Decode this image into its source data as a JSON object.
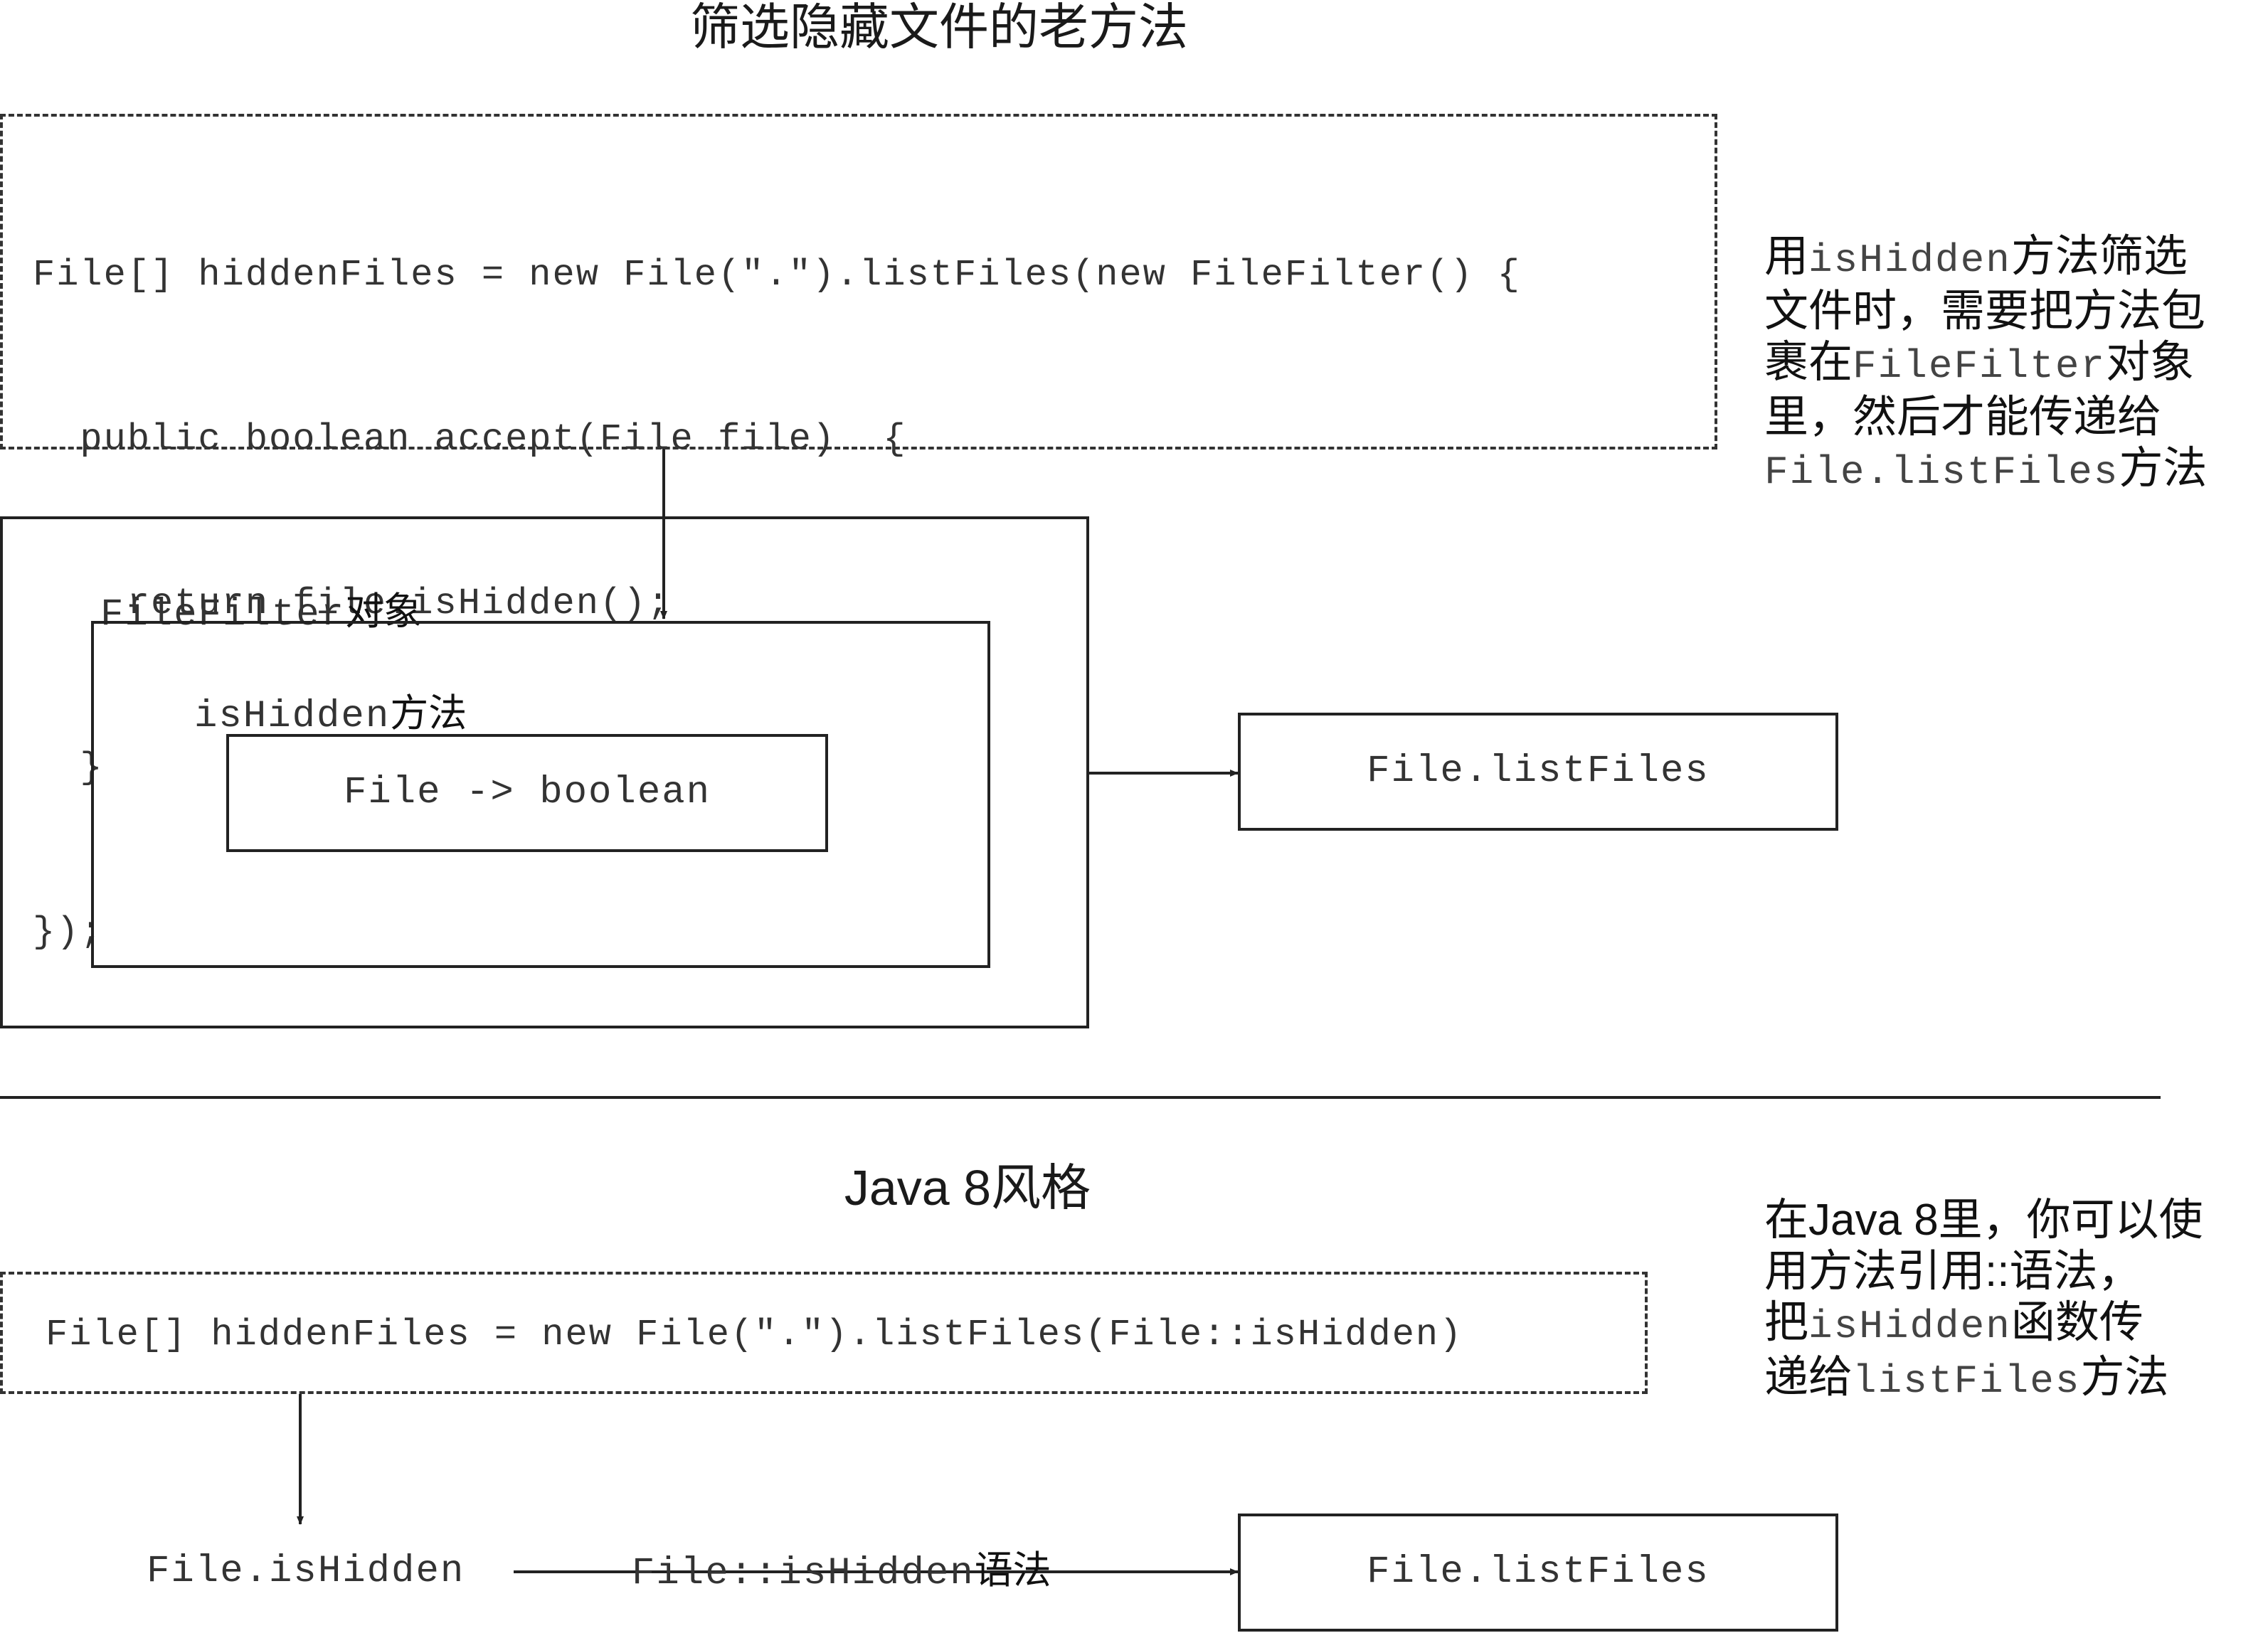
{
  "old": {
    "title": "筛选隐藏文件的老方法",
    "code_lines": [
      "File[] hiddenFiles = new File(\".\").listFiles(new FileFilter() {",
      "  public boolean accept(File file)  {",
      "    return file.isHidden();",
      "  }",
      "});"
    ],
    "filefilter_mono": "FileFilter",
    "filefilter_cn": "对象",
    "ishidden_mono": "isHidden",
    "ishidden_cn": "方法",
    "signature": "File -> boolean",
    "target": "File.listFiles",
    "note_lines": [
      [
        {
          "t": "用"
        },
        {
          "t": "isHidden",
          "mono": true
        },
        {
          "t": "方法筛选"
        }
      ],
      [
        {
          "t": "文件时，需要把方法包"
        }
      ],
      [
        {
          "t": "裹在"
        },
        {
          "t": "FileFilter",
          "mono": true
        },
        {
          "t": "对象"
        }
      ],
      [
        {
          "t": "里，然后才能传递给"
        }
      ],
      [
        {
          "t": "File.listFiles",
          "mono": true
        },
        {
          "t": "方法"
        }
      ]
    ]
  },
  "new": {
    "title": "Java 8风格",
    "code": "File[] hiddenFiles = new File(\".\").listFiles(File::isHidden)",
    "source": "File.isHidden",
    "arrow_mono": "File::isHidden",
    "arrow_cn": "语法",
    "target": "File.listFiles",
    "note_lines": [
      [
        {
          "t": "在Java 8里，你可以使"
        }
      ],
      [
        {
          "t": "用方法引用::语法，"
        }
      ],
      [
        {
          "t": "把"
        },
        {
          "t": "isHidden",
          "mono": true
        },
        {
          "t": "函数传"
        }
      ],
      [
        {
          "t": "递给"
        },
        {
          "t": "listFiles",
          "mono": true
        },
        {
          "t": "方法"
        }
      ]
    ]
  }
}
